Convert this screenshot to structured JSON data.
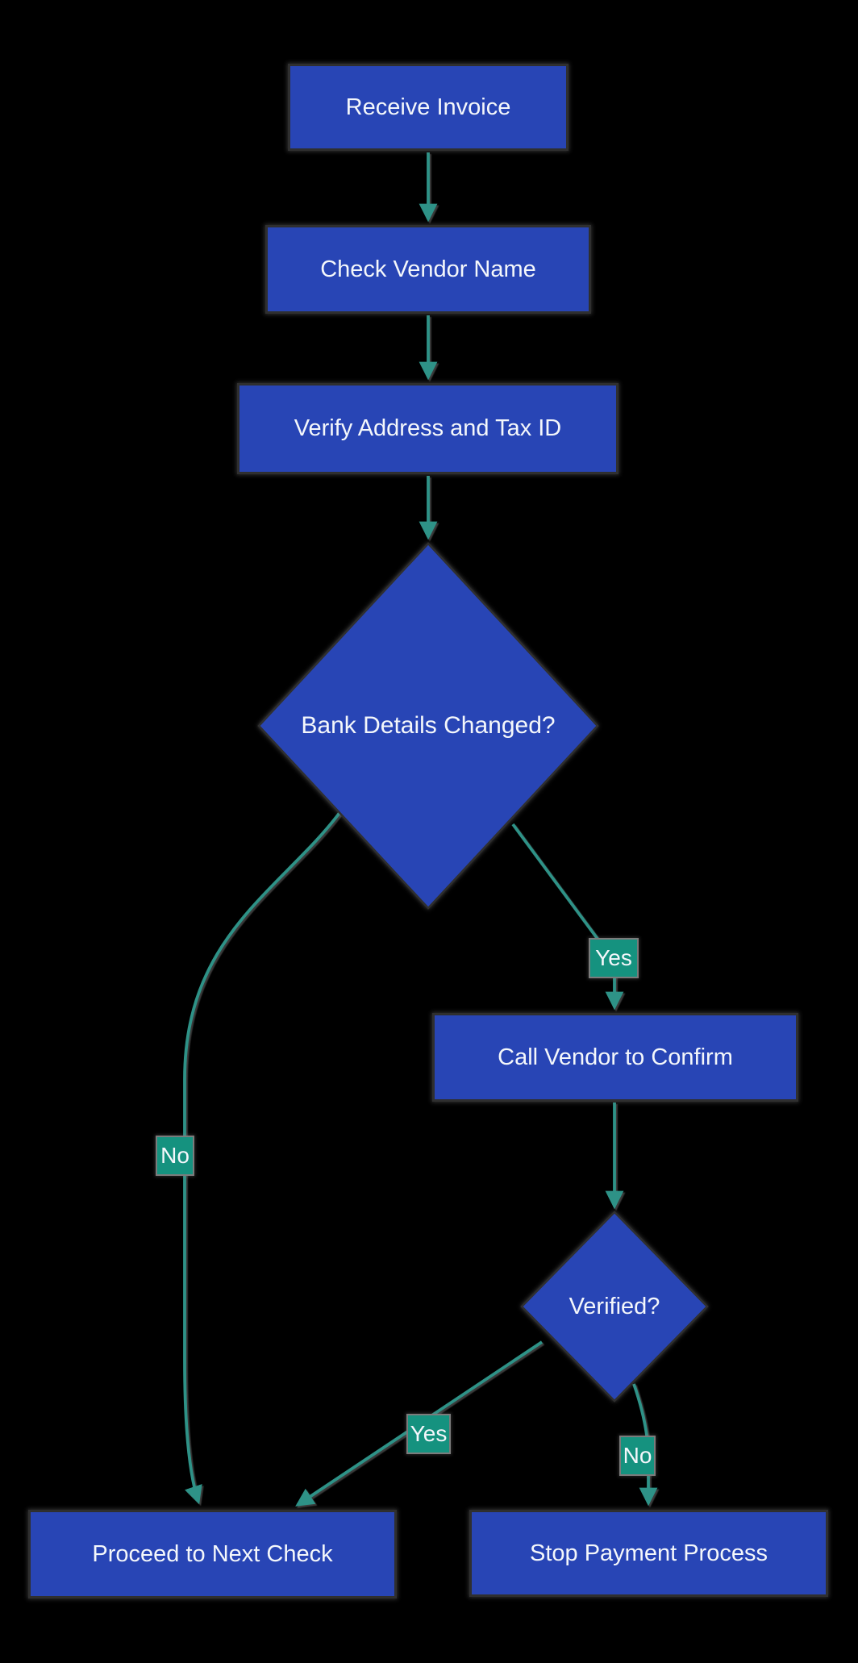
{
  "diagram": {
    "type": "flowchart",
    "direction": "top-down",
    "nodes": [
      {
        "id": "receive_invoice",
        "shape": "rect",
        "label": "Receive Invoice"
      },
      {
        "id": "check_vendor_name",
        "shape": "rect",
        "label": "Check Vendor Name"
      },
      {
        "id": "verify_address_tax_id",
        "shape": "rect",
        "label": "Verify Address and Tax ID"
      },
      {
        "id": "bank_details_changed",
        "shape": "diamond",
        "label": "Bank Details Changed?"
      },
      {
        "id": "call_vendor_to_confirm",
        "shape": "rect",
        "label": "Call Vendor to Confirm"
      },
      {
        "id": "verified",
        "shape": "diamond",
        "label": "Verified?"
      },
      {
        "id": "proceed_to_next_check",
        "shape": "rect",
        "label": "Proceed to Next Check"
      },
      {
        "id": "stop_payment_process",
        "shape": "rect",
        "label": "Stop Payment Process"
      }
    ],
    "edges": [
      {
        "from": "receive_invoice",
        "to": "check_vendor_name",
        "label": ""
      },
      {
        "from": "check_vendor_name",
        "to": "verify_address_tax_id",
        "label": ""
      },
      {
        "from": "verify_address_tax_id",
        "to": "bank_details_changed",
        "label": ""
      },
      {
        "from": "bank_details_changed",
        "to": "call_vendor_to_confirm",
        "label": "Yes"
      },
      {
        "from": "bank_details_changed",
        "to": "proceed_to_next_check",
        "label": "No"
      },
      {
        "from": "call_vendor_to_confirm",
        "to": "verified",
        "label": ""
      },
      {
        "from": "verified",
        "to": "proceed_to_next_check",
        "label": "Yes"
      },
      {
        "from": "verified",
        "to": "stop_payment_process",
        "label": "No"
      }
    ],
    "colors": {
      "bg": "#000000",
      "node_fill": "#2845b5",
      "node_border": "#2f2f2f",
      "edge": "#2e9287",
      "label_fill": "#15927f",
      "label_border": "#7b7b7b",
      "text": "#f4f7fb"
    }
  }
}
